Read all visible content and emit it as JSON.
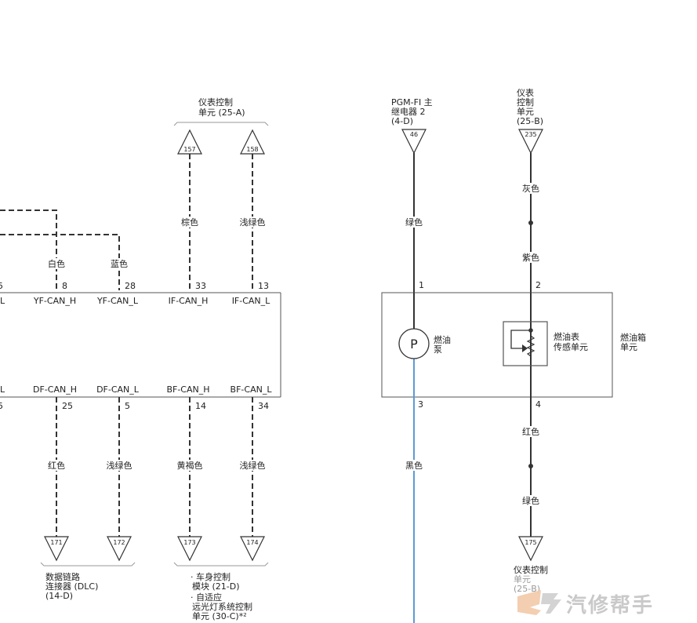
{
  "top_left_module": {
    "lines": [
      "仪表控制",
      "单元 (25-A)"
    ]
  },
  "pgm_relay": {
    "lines": [
      "PGM-FI 主",
      "继电器 2",
      "(4-D)"
    ]
  },
  "top_right_module": {
    "lines": [
      "仪表",
      "控制",
      "单元",
      "(25-B)"
    ]
  },
  "bottom_dlc": {
    "lines": [
      "数据链路",
      "连接器 (DLC)",
      "(14-D)"
    ]
  },
  "bottom_body": {
    "lines": [
      "· 车身控制",
      "模块 (21-D)",
      "· 自适应",
      "远光灯系统控制",
      "单元 (30-C)*²"
    ]
  },
  "bottom_right_module": {
    "lines": [
      "仪表控制",
      "单元",
      "(25-B)"
    ]
  },
  "terminals": {
    "t157": "157",
    "t158": "158",
    "t46": "46",
    "t235": "235",
    "t171": "171",
    "t172": "172",
    "t173": "173",
    "t174": "174",
    "t175": "175"
  },
  "pins": {
    "top_left_partial": "5",
    "top_8": "8",
    "top_28": "28",
    "top_33": "33",
    "top_13": "13",
    "bot_left_partial": "5",
    "bot_25": "25",
    "bot_5": "5",
    "bot_14": "14",
    "bot_34": "34",
    "pump_1": "1",
    "pump_3": "3",
    "gauge_2": "2",
    "gauge_4": "4"
  },
  "signals": {
    "top_left_partial": "L",
    "yf_can_h": "YF-CAN_H",
    "yf_can_l": "YF-CAN_L",
    "if_can_h": "IF-CAN_H",
    "if_can_l": "IF-CAN_L",
    "bot_left_partial": "L",
    "df_can_h": "DF-CAN_H",
    "df_can_l": "DF-CAN_L",
    "bf_can_h": "BF-CAN_H",
    "bf_can_l": "BF-CAN_L"
  },
  "wire_colors": {
    "white": "白色",
    "blue": "蓝色",
    "brown": "棕色",
    "light_green_top": "浅绿色",
    "red_left": "红色",
    "light_green_mid": "浅绿色",
    "yellow_brown": "黄褐色",
    "light_green_right": "浅绿色",
    "green_pump": "绿色",
    "black": "黑色",
    "grey": "灰色",
    "purple": "紫色",
    "red_right": "红色",
    "green_right": "绿色"
  },
  "components": {
    "pump_symbol": "P",
    "pump_label": [
      "燃油",
      "泵"
    ],
    "gauge_label": [
      "燃油表",
      "传感单元"
    ],
    "tank_label": [
      "燃油箱",
      "单元"
    ]
  },
  "watermark": "汽修帮手",
  "colors": {
    "wire": "#333333",
    "black_wire": "#5b9bd5",
    "watermark": "#c9c9c9",
    "logo": "#f2c9a8"
  }
}
